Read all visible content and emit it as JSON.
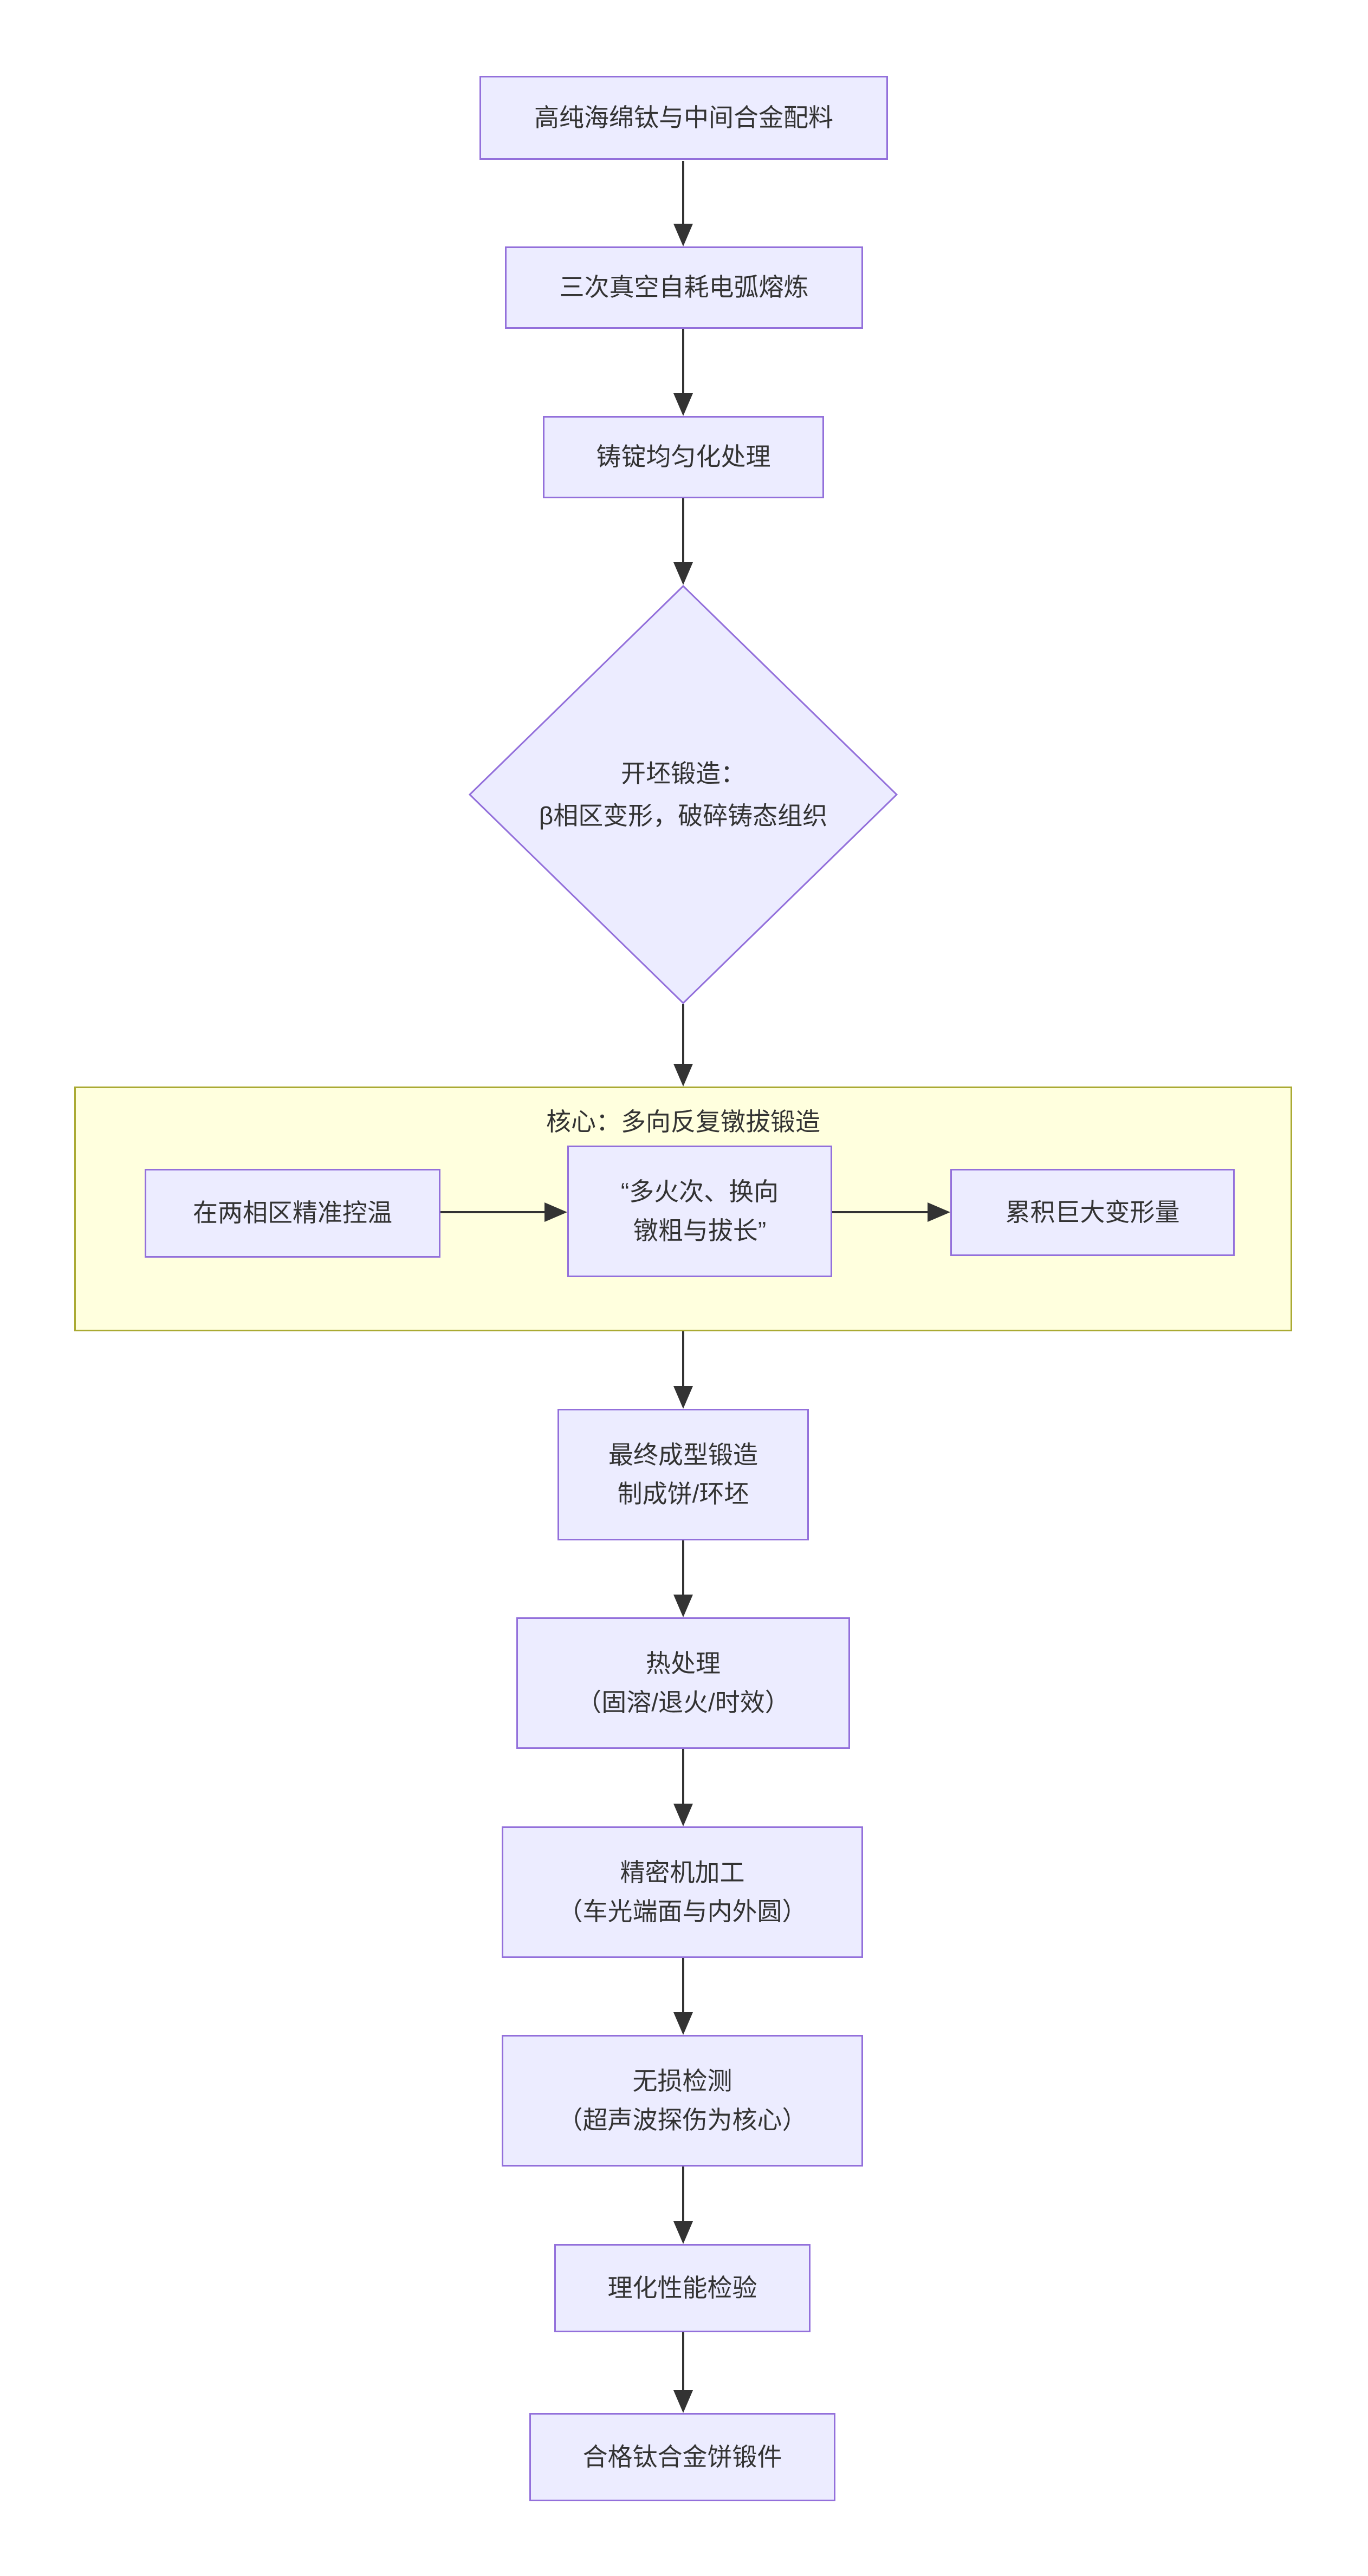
{
  "diagram": {
    "type": "flowchart",
    "direction": "top-down",
    "colors": {
      "node_fill": "#ECECFF",
      "node_border": "#9370DB",
      "cluster_fill": "#FFFFDE",
      "cluster_border": "#AAAA33",
      "edge": "#333333",
      "text": "#333333",
      "background": "#FFFFFF"
    },
    "cluster": {
      "title": "核心：多向反复镦拔锻造"
    },
    "nodes": {
      "raw_materials": {
        "label": "高纯海绵钛与中间合金配料"
      },
      "vacuum_melting": {
        "label": "三次真空自耗电弧熔炼"
      },
      "homogenization": {
        "label": "铸锭均匀化处理"
      },
      "cogging_forging": {
        "label": "开坯锻造：\nβ相区变形，破碎铸态组织"
      },
      "temp_control": {
        "label": "在两相区精准控温"
      },
      "upset_drawing": {
        "label": "“多火次、换向\n镦粗与拔长”"
      },
      "strain_accumulation": {
        "label": "累积巨大变形量"
      },
      "final_forging": {
        "label": "最终成型锻造\n制成饼/环坯"
      },
      "heat_treatment": {
        "label": "热处理\n（固溶/退火/时效）"
      },
      "machining": {
        "label": "精密机加工\n（车光端面与内外圆）"
      },
      "ndt": {
        "label": "无损检测\n（超声波探伤为核心）"
      },
      "property_testing": {
        "label": "理化性能检验"
      },
      "qualified_product": {
        "label": "合格钛合金饼锻件"
      }
    },
    "edges": [
      {
        "from": "raw_materials",
        "to": "vacuum_melting"
      },
      {
        "from": "vacuum_melting",
        "to": "homogenization"
      },
      {
        "from": "homogenization",
        "to": "cogging_forging"
      },
      {
        "from": "cogging_forging",
        "to": "cluster_core"
      },
      {
        "from": "temp_control",
        "to": "upset_drawing"
      },
      {
        "from": "upset_drawing",
        "to": "strain_accumulation"
      },
      {
        "from": "cluster_core",
        "to": "final_forging"
      },
      {
        "from": "final_forging",
        "to": "heat_treatment"
      },
      {
        "from": "heat_treatment",
        "to": "machining"
      },
      {
        "from": "machining",
        "to": "ndt"
      },
      {
        "from": "ndt",
        "to": "property_testing"
      },
      {
        "from": "property_testing",
        "to": "qualified_product"
      }
    ]
  }
}
